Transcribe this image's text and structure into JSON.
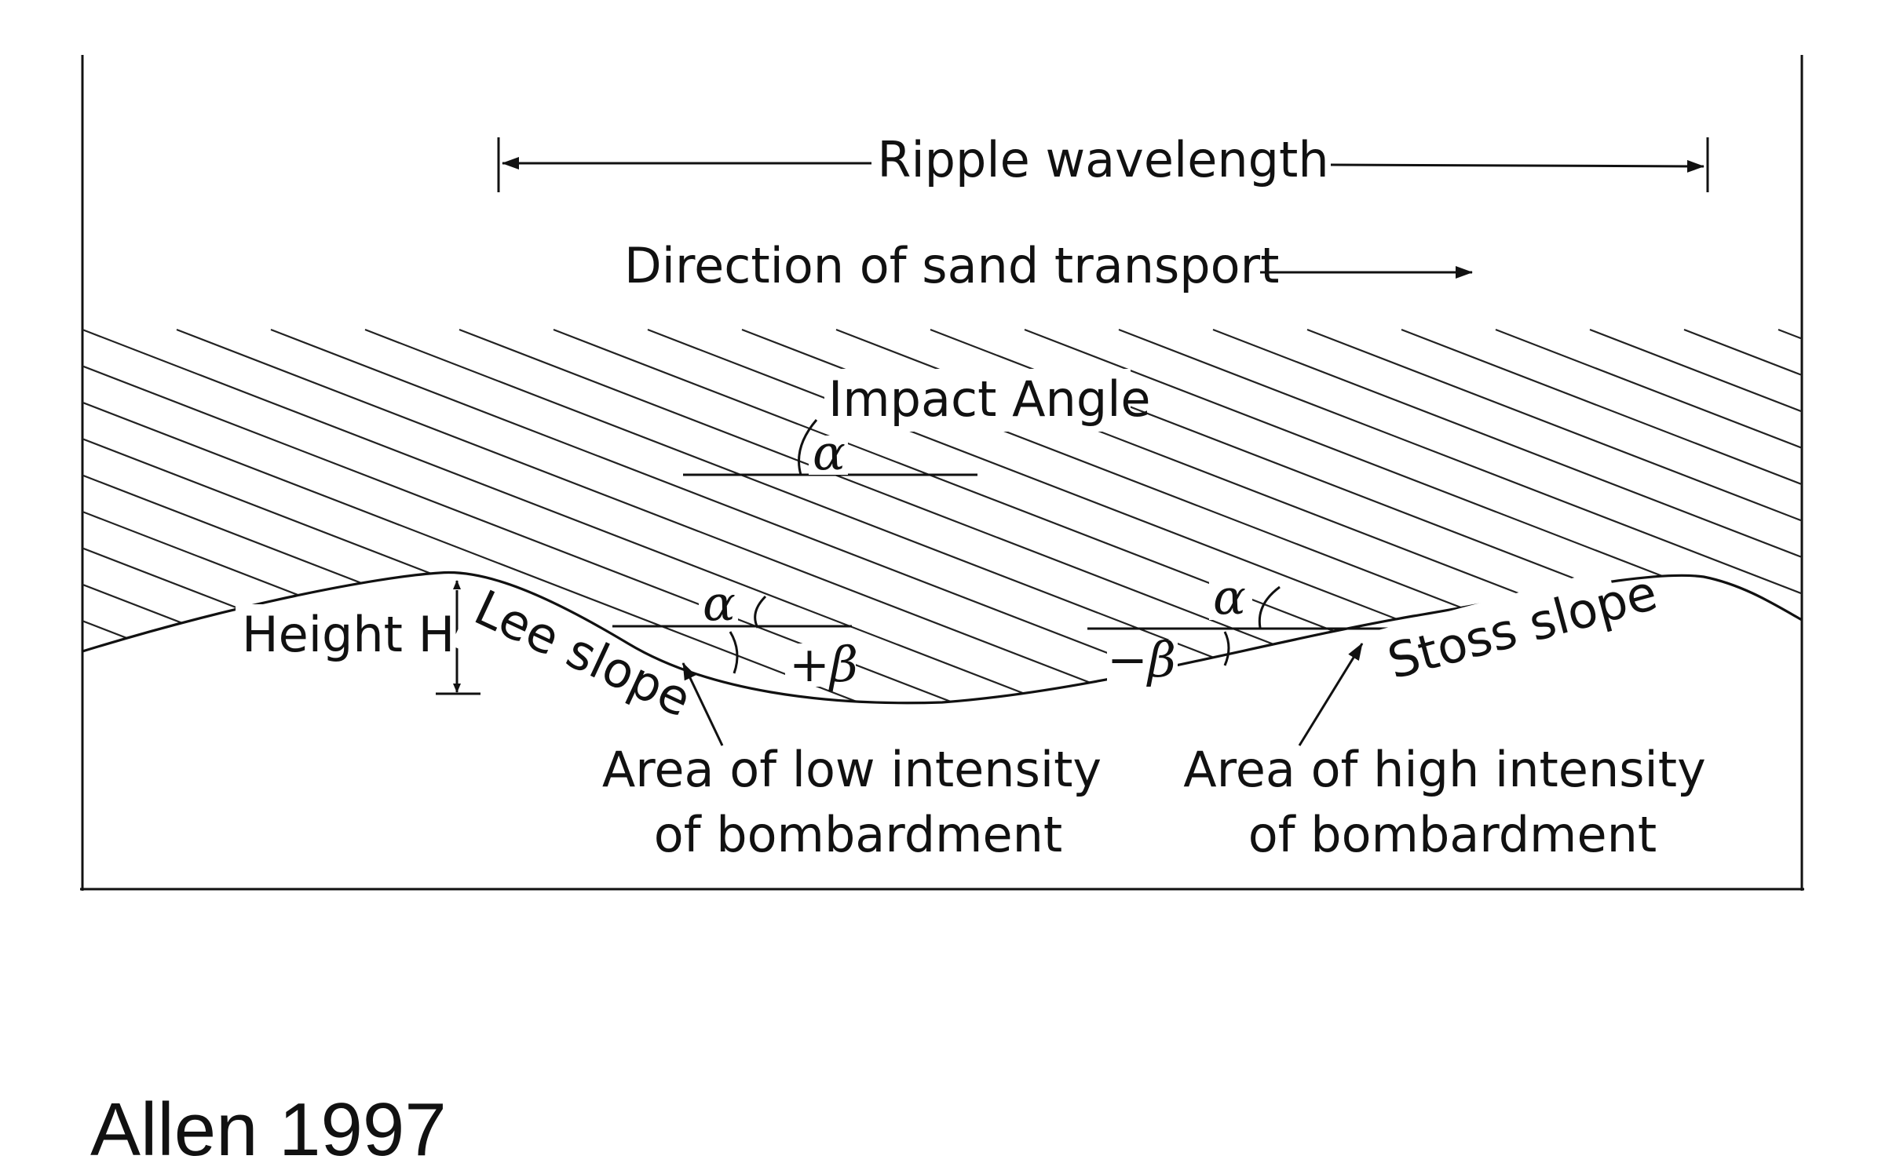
{
  "diagram": {
    "labels": {
      "ripple_wavelength": "Ripple wavelength",
      "direction_of_sand_transport": "Direction of sand transport",
      "impact_angle": "Impact Angle",
      "alpha": "α",
      "height": "Height H",
      "lee_slope": "Lee slope",
      "plus_beta": "+β",
      "minus_beta": "−β",
      "stoss_slope": "Stoss slope",
      "low_intensity_line1": "Area of low intensity",
      "low_intensity_line2": "of bombardment",
      "high_intensity_line1": "Area of high intensity",
      "high_intensity_line2": "of bombardment"
    }
  },
  "caption": "Allen 1997"
}
